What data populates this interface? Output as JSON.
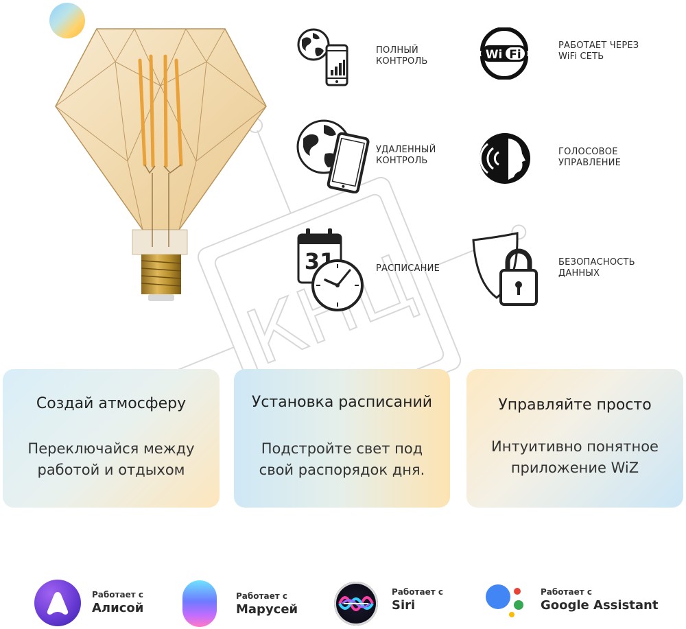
{
  "features": [
    {
      "icon": "globe-phone-icon",
      "line1": "ПОЛНЫЙ",
      "line2": "КОНТРОЛЬ"
    },
    {
      "icon": "wifi-icon",
      "line1": "РАБОТАЕТ ЧЕРЕЗ",
      "line2": "WiFi СЕТЬ"
    },
    {
      "icon": "globe-tablet-icon",
      "line1": "УДАЛЕННЫЙ",
      "line2": "КОНТРОЛЬ"
    },
    {
      "icon": "voice-icon",
      "line1": "ГОЛОСОВОЕ",
      "line2": "УПРАВЛЕНИЕ"
    },
    {
      "icon": "calendar-clock-icon",
      "line1": "РАСПИСАНИЕ",
      "line2": ""
    },
    {
      "icon": "shield-lock-icon",
      "line1": "БЕЗОПАСНОСТЬ",
      "line2": "ДАННЫХ"
    }
  ],
  "wifi_logo_text": {
    "left": "Wi",
    "right": "Fi"
  },
  "calendar_day": "31",
  "watermark": "КНЦ",
  "cards": [
    {
      "title": "Создай атмосферу",
      "line1": "Переключайся между",
      "line2": "работой и отдыхом"
    },
    {
      "title": "Установка расписаний",
      "line1": "Подстройте свет под",
      "line2": "свой распорядок дня."
    },
    {
      "title": "Управляйте просто",
      "line1": "Интуитивно понятное",
      "line2": "приложение WiZ"
    }
  ],
  "assistants": [
    {
      "icon": "alice-logo-icon",
      "small": "Работает с",
      "big": "Алисой"
    },
    {
      "icon": "marusya-logo-icon",
      "small": "Работает с",
      "big": "Марусей"
    },
    {
      "icon": "siri-logo-icon",
      "small": "Работает с",
      "big": "Siri"
    },
    {
      "icon": "google-assistant-logo-icon",
      "small": "Работает с",
      "big": "Google Assistant"
    }
  ],
  "colors": {
    "warm": "#fde6b8",
    "cool": "#cfe8f6",
    "alice": "#6a3cd6",
    "google_blue": "#4285f4",
    "google_red": "#ea4335",
    "google_yellow": "#fbbc05",
    "google_green": "#34a853"
  }
}
